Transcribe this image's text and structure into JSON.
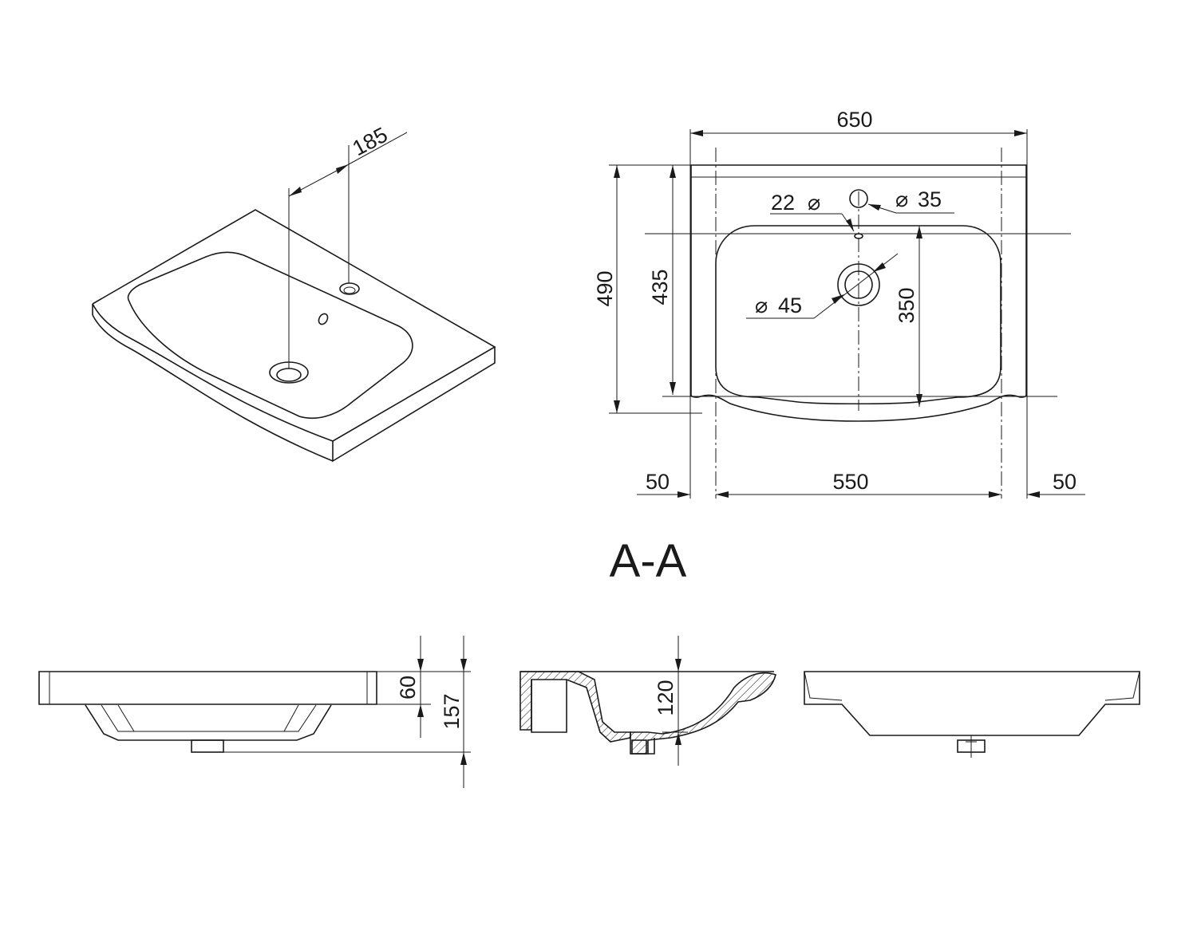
{
  "drawing": {
    "section_label": "A-A",
    "iso_view": {
      "dim_185": "185"
    },
    "top_view": {
      "dim_width": "650",
      "dim_depth": "490",
      "dim_inner_depth": "435",
      "dim_bowl_depth": "350",
      "dim_margin_left": "50",
      "dim_bowl_width": "550",
      "dim_margin_right": "50",
      "overflow_dia_value": "22",
      "tap_hole_dia": "35",
      "drain_dia": "45"
    },
    "front_view": {
      "dim_rim": "60",
      "dim_total_height": "157"
    },
    "section_view": {
      "dim_bowl_height": "120"
    },
    "symbols": {
      "diameter": "⌀"
    }
  }
}
